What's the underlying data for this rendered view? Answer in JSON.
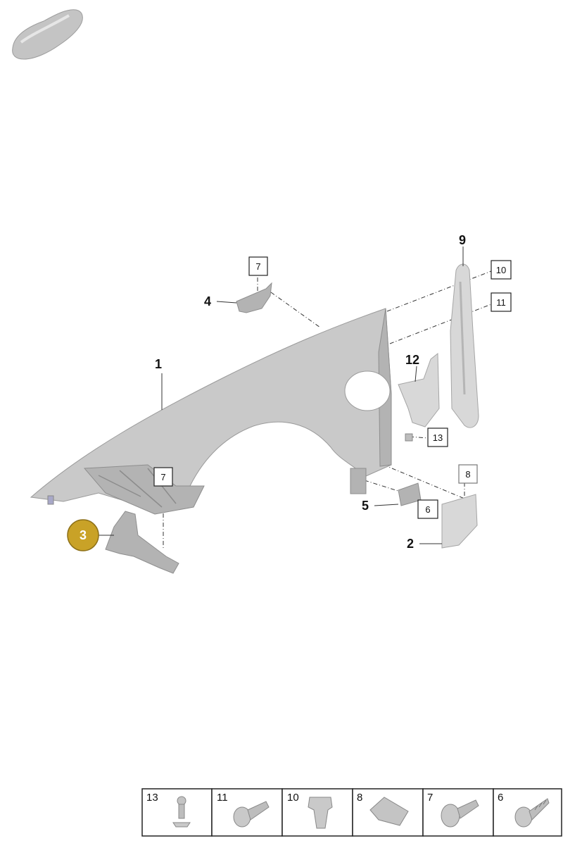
{
  "callouts": {
    "p1": "1",
    "p2": "2",
    "p3": "3",
    "p4": "4",
    "p5": "5",
    "p9": "9",
    "p12": "12"
  },
  "hardware_refs": {
    "r7_top": "7",
    "r7_mid": "7",
    "r10": "10",
    "r11": "11",
    "r13": "13",
    "r8": "8",
    "r6": "6"
  },
  "hardware_table": [
    {
      "number": "13",
      "icon": "push-rivet-icon"
    },
    {
      "number": "11",
      "icon": "flange-bolt-icon"
    },
    {
      "number": "10",
      "icon": "clip-nut-icon"
    },
    {
      "number": "8",
      "icon": "speed-nut-icon"
    },
    {
      "number": "7",
      "icon": "torx-bolt-icon"
    },
    {
      "number": "6",
      "icon": "self-tapping-screw-icon"
    }
  ],
  "colors": {
    "highlight": "#c9a227",
    "part_gray": "#c9c9c9"
  }
}
